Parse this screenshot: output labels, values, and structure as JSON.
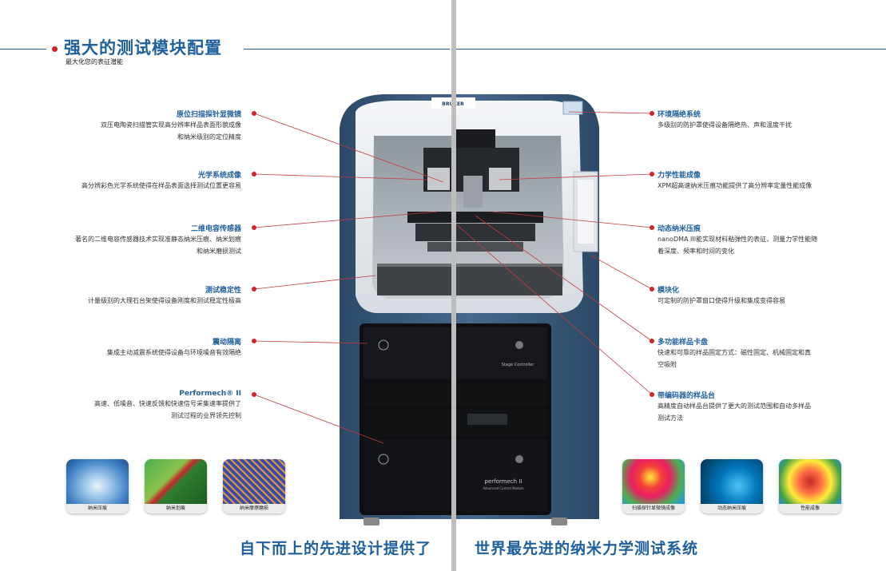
{
  "header": {
    "title": "强大的测试模块配置",
    "subtitle": "最大化您的表征潜能"
  },
  "left_features": [
    {
      "title": "原位扫描探针显微镜",
      "lines": [
        "双压电陶瓷扫描管实现高分辨率样品表面形貌成像",
        "和纳米级别的定位精度"
      ]
    },
    {
      "title": "光学系统成像",
      "lines": [
        "高分辨彩色光学系统使得在样品表面选择测试位置更容易"
      ]
    },
    {
      "title": "二维电容传感器",
      "lines": [
        "著名的二维电容传感器技术实现准静态纳米压痕、纳米划痕",
        "和纳米磨损测试"
      ]
    },
    {
      "title": "测试稳定性",
      "lines": [
        "计量级别的大理石台架使得设备刚度和测试稳定性极高"
      ]
    },
    {
      "title": "震动隔离",
      "lines": [
        "集成主动减震系统使得设备与环境噪音有效隔绝"
      ]
    },
    {
      "title": "Performech® II",
      "lines": [
        "高速、低噪音、快速反馈和快速信号采集速率提供了",
        "测试过程的业界领先控制"
      ]
    }
  ],
  "right_features": [
    {
      "title": "环境隔绝系统",
      "lines": [
        "多级别的防护罩使得设备隔绝热、声和温度干扰"
      ]
    },
    {
      "title": "力学性能成像",
      "lines": [
        "XPM超高速纳米压痕功能提供了高分辨率定量性能成像"
      ]
    },
    {
      "title": "动态纳米压痕",
      "lines": [
        "nanoDMA III能实现材料粘弹性的表征，测量力学性能随",
        "着深度、频率和时间的变化"
      ]
    },
    {
      "title": "模块化",
      "lines": [
        "可定制的防护罩窗口使得升级和集成变得容易"
      ]
    },
    {
      "title": "多功能样品卡盘",
      "lines": [
        "快速和可靠的样品固定方式：磁性固定、机械固定和真",
        "空吸附"
      ]
    },
    {
      "title": "带编码器的样品台",
      "lines": [
        "高精度自动样品台提供了更大的测试范围和自动多样品",
        "测试方法"
      ]
    }
  ],
  "thumbnails_left": [
    {
      "caption": "纳米压痕"
    },
    {
      "caption": "纳米划痕"
    },
    {
      "caption": "纳米摩擦磨损"
    }
  ],
  "thumbnails_right": [
    {
      "caption": "扫描探针显微镜成像"
    },
    {
      "caption": "动态纳米压痕"
    },
    {
      "caption": "性能成像"
    }
  ],
  "instrument": {
    "brand": "BRUKER",
    "stage_label": "Stage Controller",
    "module_name": "performech II",
    "module_sub": "Advanced Control Module"
  },
  "footer": {
    "left": "自下而上的先进设计提供了",
    "right": "世界最先进的纳米力学测试系统"
  },
  "colors": {
    "accent": "#1f5f9c",
    "marker": "#d4222a",
    "cabinet": "#3b5a7a"
  }
}
